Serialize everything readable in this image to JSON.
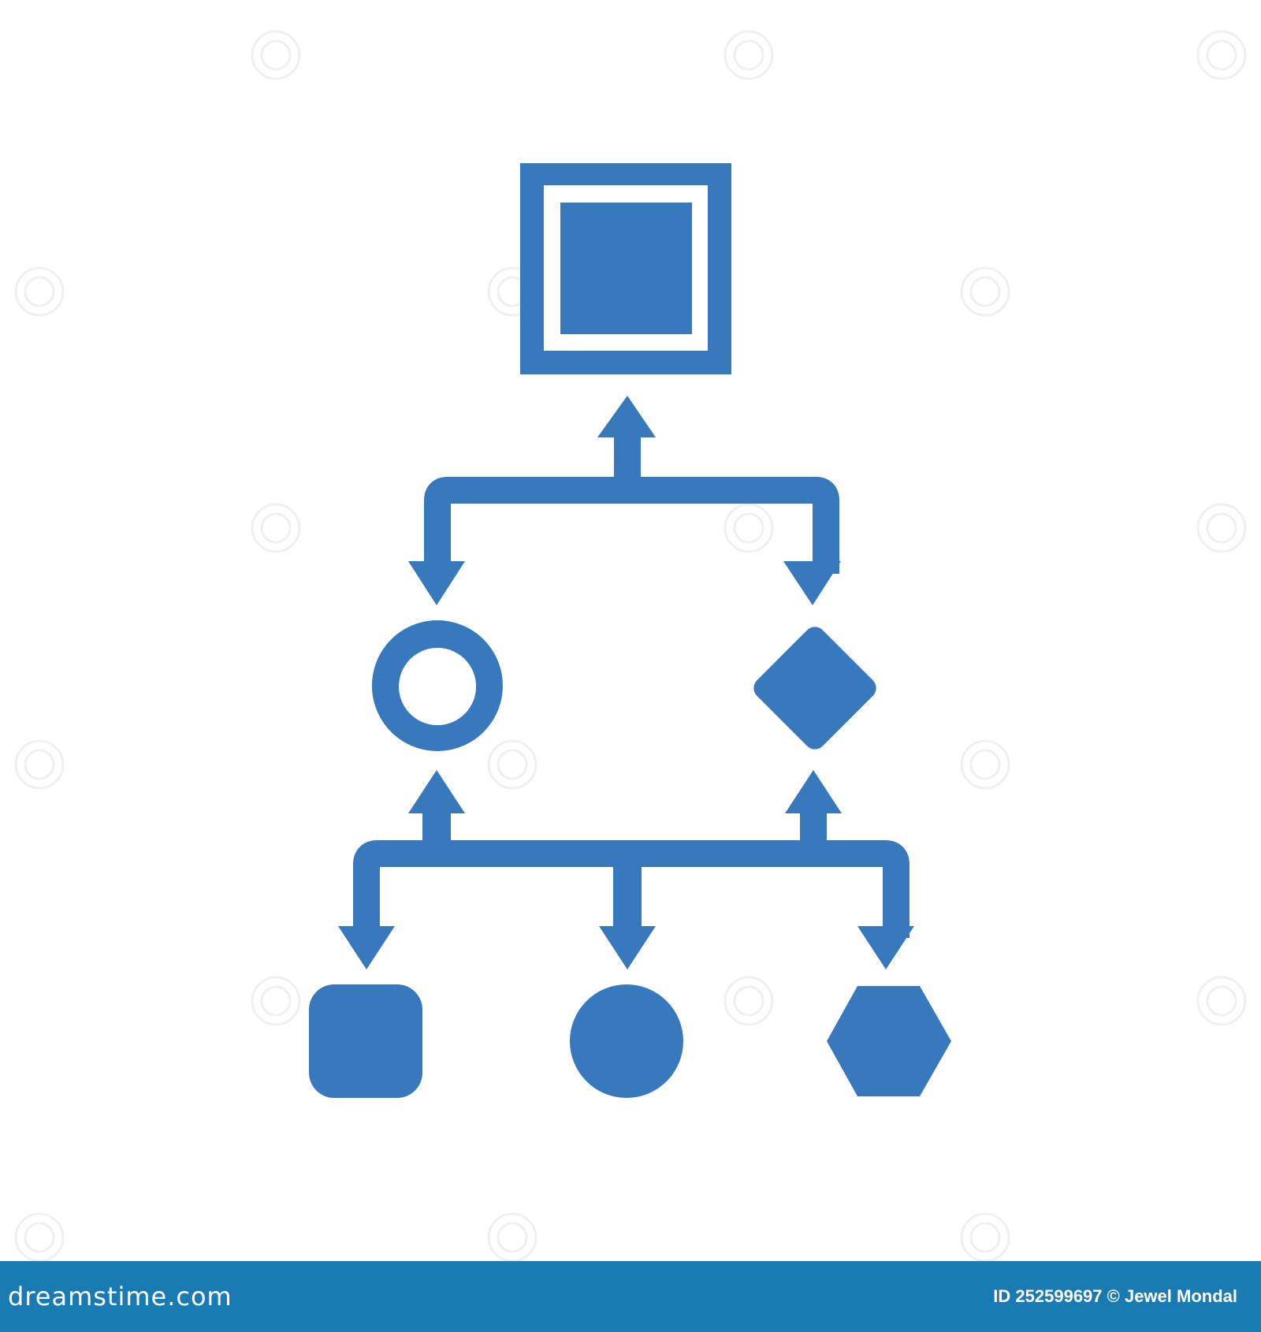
{
  "diagram": {
    "fill_color": "#3878bd",
    "background_color": "#ffffff",
    "nodes": [
      {
        "id": "top",
        "shape": "square-outlined"
      },
      {
        "id": "mid-left",
        "shape": "ring"
      },
      {
        "id": "mid-right",
        "shape": "diamond"
      },
      {
        "id": "bottom-left",
        "shape": "rounded-square"
      },
      {
        "id": "bottom-center",
        "shape": "circle"
      },
      {
        "id": "bottom-right",
        "shape": "hexagon"
      }
    ],
    "connectors": [
      {
        "from": "branch-1",
        "to": "top",
        "direction": "up"
      },
      {
        "from": "branch-1",
        "to": "mid-left",
        "direction": "down"
      },
      {
        "from": "branch-1",
        "to": "mid-right",
        "direction": "down"
      },
      {
        "from": "branch-2",
        "to": "mid-left",
        "direction": "up"
      },
      {
        "from": "branch-2",
        "to": "mid-right",
        "direction": "up"
      },
      {
        "from": "branch-2",
        "to": "bottom-left",
        "direction": "down"
      },
      {
        "from": "branch-2",
        "to": "bottom-center",
        "direction": "down"
      },
      {
        "from": "branch-2",
        "to": "bottom-right",
        "direction": "down"
      }
    ]
  },
  "footer": {
    "brand": "dreamstime.com",
    "credit": "ID 252599697 © Jewel Mondal",
    "background_color": "#1a7ab2"
  }
}
